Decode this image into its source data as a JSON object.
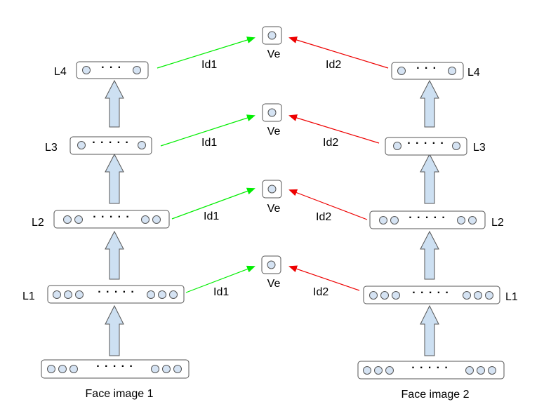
{
  "colors": {
    "id1_arrow": "#00ee00",
    "id2_arrow": "#ee0000",
    "up_arrow_fill": "#cde0f2",
    "node_fill": "#d5e3f3",
    "outline": "#555555"
  },
  "left_tower": {
    "input_caption": "Face image 1",
    "layers": [
      {
        "label": "L1"
      },
      {
        "label": "L2"
      },
      {
        "label": "L3"
      },
      {
        "label": "L4"
      }
    ]
  },
  "right_tower": {
    "input_caption": "Face image 2",
    "layers": [
      {
        "label": "L1"
      },
      {
        "label": "L2"
      },
      {
        "label": "L3"
      },
      {
        "label": "L4"
      }
    ]
  },
  "center": {
    "nodes": [
      {
        "label": "Ve",
        "left_edge": "Id1",
        "right_edge": "Id2"
      },
      {
        "label": "Ve",
        "left_edge": "Id1",
        "right_edge": "Id2"
      },
      {
        "label": "Ve",
        "left_edge": "Id1",
        "right_edge": "Id2"
      },
      {
        "label": "Ve",
        "left_edge": "Id1",
        "right_edge": "Id2"
      }
    ]
  },
  "ellipsis_short": "· · ·",
  "ellipsis_long": "· · · · ·"
}
